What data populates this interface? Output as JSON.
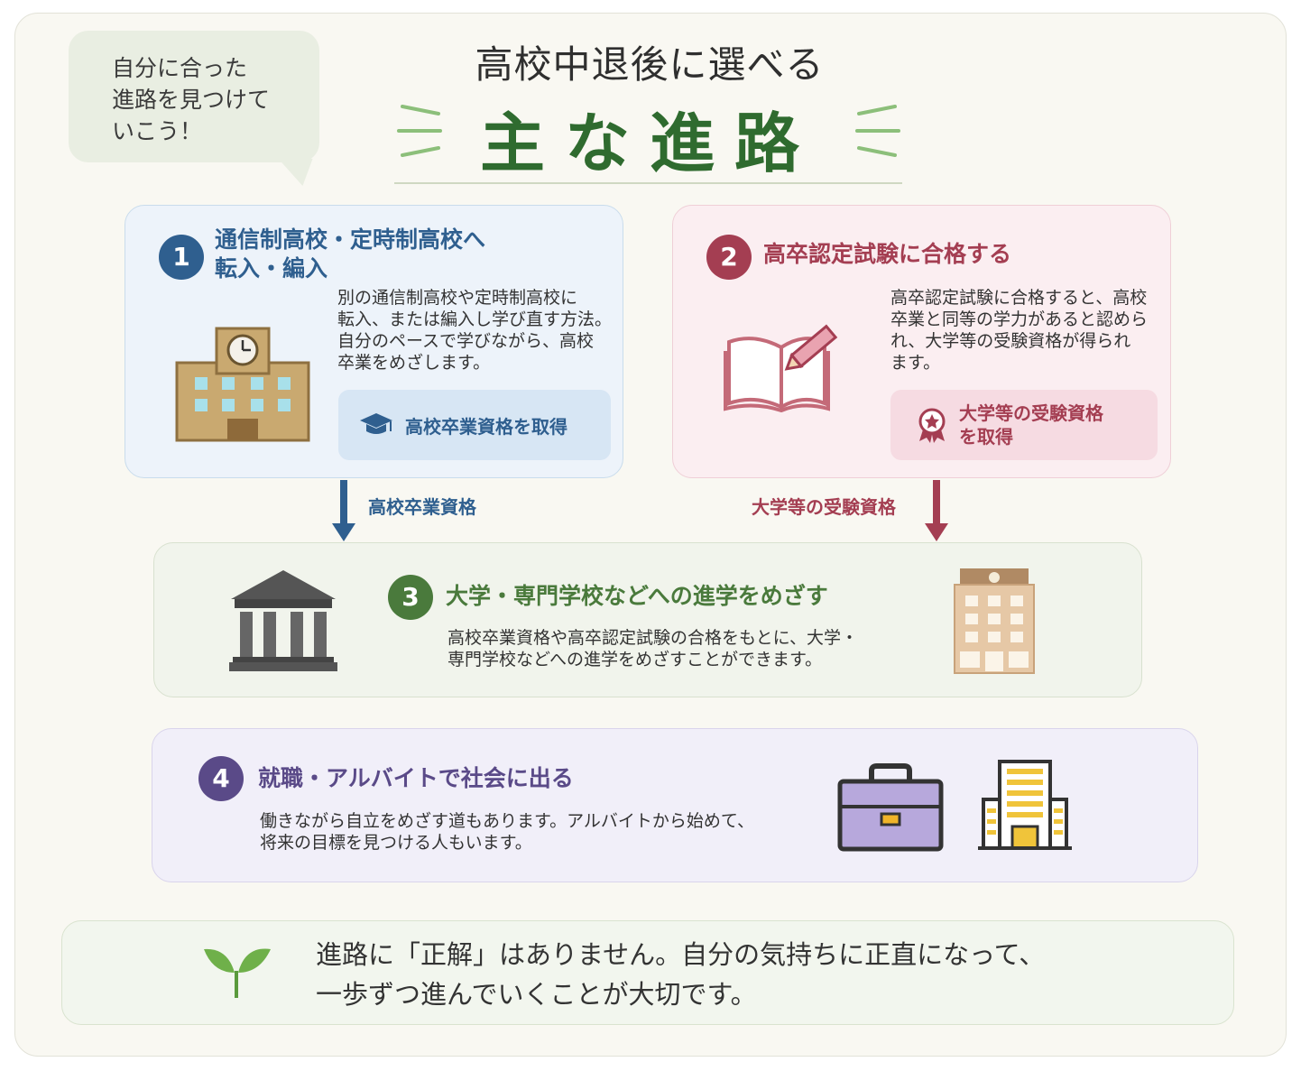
{
  "bubble": {
    "lines": [
      "自分に合った",
      "進路を見つけて",
      "いこう！"
    ]
  },
  "title": {
    "sub": "高校中退後に選べる",
    "main": "主な進路"
  },
  "routes": [
    {
      "number": "1",
      "heading_lines": [
        "通信制高校・定時制高校へ",
        "転入・編入"
      ],
      "body_lines": [
        "別の通信制高校や定時制高校に",
        "転入、または編入し学び直す方法。",
        "自分のペースで学びながら、高校",
        "卒業をめざします。"
      ],
      "pill_lines": [
        "高校卒業資格を取得"
      ],
      "color": "#2f5f8f"
    },
    {
      "number": "2",
      "heading_lines": [
        "高卒認定試験に合格する"
      ],
      "body_lines": [
        "高卒認定試験に合格すると、高校",
        "卒業と同等の学力があると認めら",
        "れ、大学等の受験資格が得られ",
        "ます。"
      ],
      "pill_lines": [
        "大学等の受験資格",
        "を取得"
      ],
      "color": "#a43e52"
    },
    {
      "number": "3",
      "heading_lines": [
        "大学・専門学校などへの進学をめざす"
      ],
      "body_lines": [
        "高校卒業資格や高卒認定試験の合格をもとに、大学・",
        "専門学校などへの進学をめざすことができます。"
      ],
      "color": "#4a7a3c"
    },
    {
      "number": "4",
      "heading_lines": [
        "就職・アルバイトで社会に出る"
      ],
      "body_lines": [
        "働きながら自立をめざす道もあります。アルバイトから始めて、",
        "将来の目標を見つける人もいます。"
      ],
      "color": "#5a4a88"
    }
  ],
  "arrows": {
    "left_label": "高校卒業資格",
    "right_label": "大学等の受験資格"
  },
  "closing": {
    "lines": [
      "進路に「正解」はありません。自分の気持ちに正直になって、",
      "一歩ずつ進んでいくことが大切です。"
    ]
  },
  "colors": {
    "accent_green": "#2f6b2f",
    "blue": "#2f5f8f",
    "red": "#a43e52",
    "green": "#4a7a3c",
    "purple": "#5a4a88"
  },
  "icons": [
    "school-building-icon",
    "graduation-cap-icon",
    "open-book-pencil-icon",
    "award-ribbon-icon",
    "university-icon",
    "college-building-icon",
    "briefcase-icon",
    "office-building-icon",
    "sprout-icon"
  ]
}
